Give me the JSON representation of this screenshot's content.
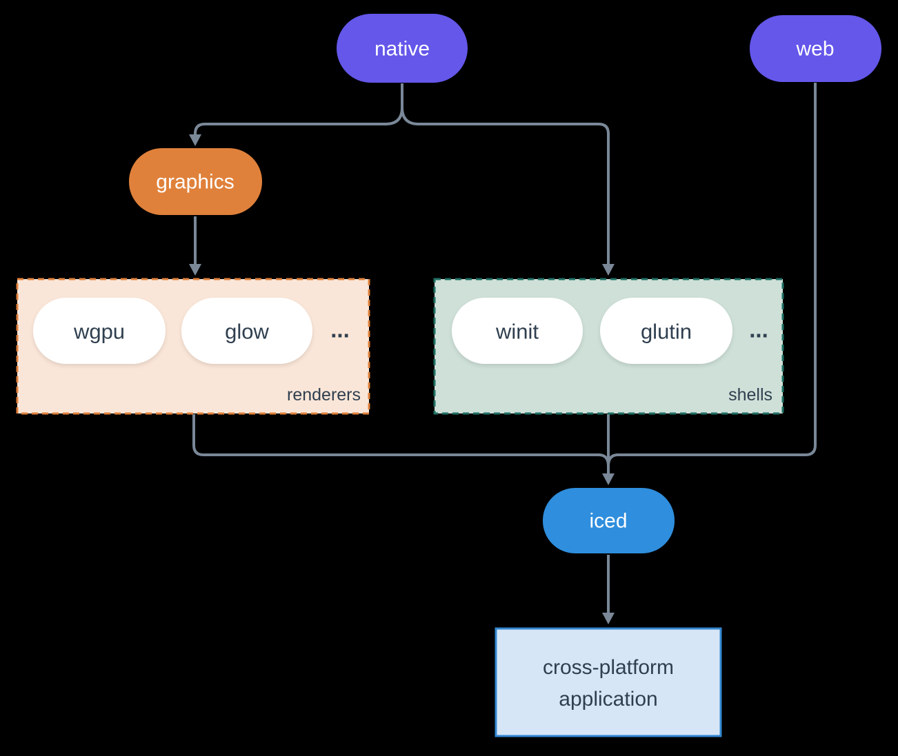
{
  "diagram": {
    "nodes": {
      "native": {
        "label": "native"
      },
      "web": {
        "label": "web"
      },
      "graphics": {
        "label": "graphics"
      },
      "iced": {
        "label": "iced"
      },
      "application": {
        "line1": "cross-platform",
        "line2": "application"
      }
    },
    "groups": {
      "renderers": {
        "label": "renderers",
        "items": [
          "wgpu",
          "glow"
        ],
        "ellipsis": "..."
      },
      "shells": {
        "label": "shells",
        "items": [
          "winit",
          "glutin"
        ],
        "ellipsis": "..."
      }
    }
  },
  "colors": {
    "purple": "#6457ea",
    "orange": "#e0813b",
    "blue": "#2f8edd",
    "line": "#7a8898",
    "white_pill": "#ffffff",
    "dark_text": "#2f3f4f",
    "light_text": "#ffffff",
    "renderers_fill": "#fae6d8",
    "renderers_border": "#e0813b",
    "shells_fill": "#cee0d8",
    "shells_border": "#1f6f64",
    "app_fill": "#d6e6f7",
    "app_border": "#3387d1",
    "bg": "#000000"
  }
}
